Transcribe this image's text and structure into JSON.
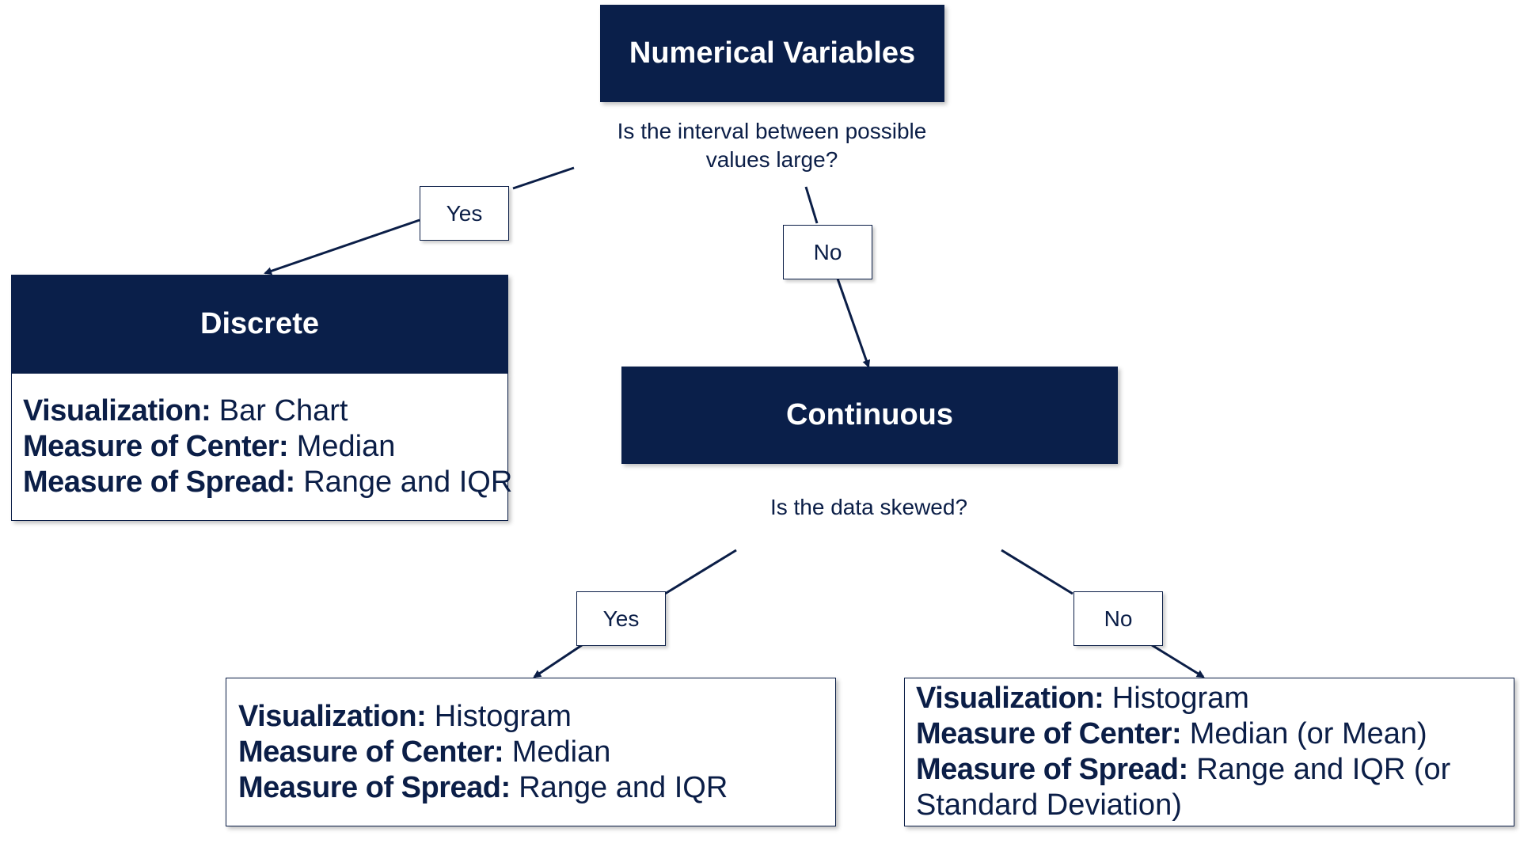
{
  "nodes": {
    "root": {
      "title": "Numerical Variables"
    },
    "discrete": {
      "title": "Discrete",
      "details": [
        {
          "key": "Visualization:",
          "value": " Bar Chart"
        },
        {
          "key": "Measure of Center:",
          "value": " Median"
        },
        {
          "key": "Measure of Spread:",
          "value": " Range and IQR"
        }
      ]
    },
    "continuous": {
      "title": "Continuous"
    },
    "skewed_yes": {
      "details": [
        {
          "key": "Visualization:",
          "value": " Histogram"
        },
        {
          "key": "Measure of Center:",
          "value": " Median"
        },
        {
          "key": "Measure of Spread:",
          "value": " Range and IQR"
        }
      ]
    },
    "skewed_no": {
      "details": [
        {
          "key": "Visualization:",
          "value": " Histogram"
        },
        {
          "key": "Measure of Center:",
          "value": " Median (or Mean)"
        },
        {
          "key": "Measure of Spread:",
          "value": " Range and IQR (or Standard Deviation)"
        }
      ]
    }
  },
  "questions": {
    "interval": "Is the interval between possible values large?",
    "skewed": "Is the data skewed?"
  },
  "edges": {
    "root_yes": "Yes",
    "root_no": "No",
    "cont_yes": "Yes",
    "cont_no": "No"
  },
  "colors": {
    "navy": "#0a1f4a",
    "text": "#0b1e47"
  }
}
